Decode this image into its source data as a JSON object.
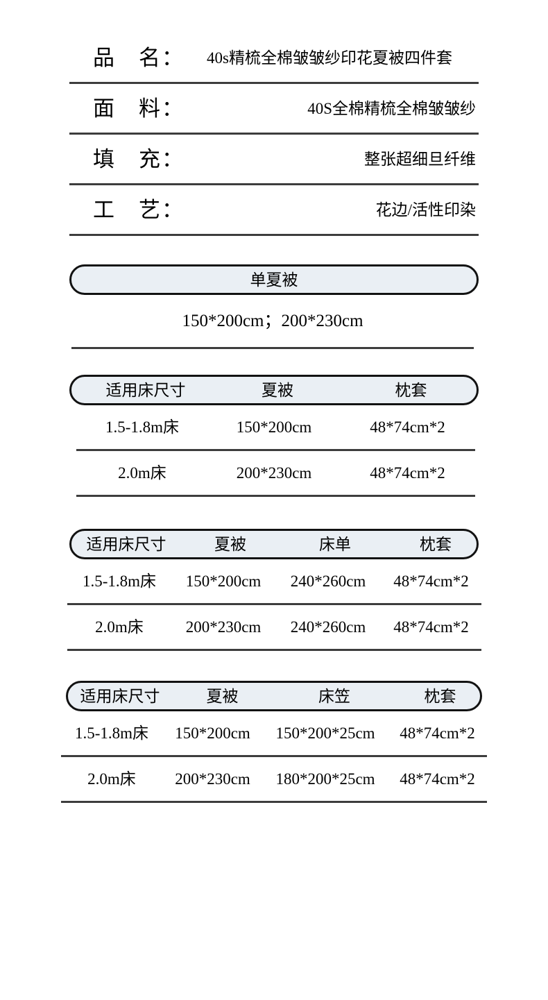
{
  "specs": [
    {
      "label": "品　名：",
      "value": "40s精梳全棉皱皱纱印花夏被四件套"
    },
    {
      "label": "面　料：",
      "value": "40S全棉精梳全棉皱皱纱"
    },
    {
      "label": "填　充：",
      "value": "整张超细旦纤维"
    },
    {
      "label": "工　艺：",
      "value": "花边/活性印染"
    }
  ],
  "single_quilt": {
    "title": "单夏被",
    "sizes": "150*200cm；200*230cm"
  },
  "tables": [
    {
      "headers": [
        "适用床尺寸",
        "夏被",
        "枕套"
      ],
      "rows": [
        [
          "1.5-1.8m床",
          "150*200cm",
          "48*74cm*2"
        ],
        [
          "2.0m床",
          "200*230cm",
          "48*74cm*2"
        ]
      ]
    },
    {
      "headers": [
        "适用床尺寸",
        "夏被",
        "床单",
        "枕套"
      ],
      "rows": [
        [
          "1.5-1.8m床",
          "150*200cm",
          "240*260cm",
          "48*74cm*2"
        ],
        [
          "2.0m床",
          "200*230cm",
          "240*260cm",
          "48*74cm*2"
        ]
      ]
    },
    {
      "headers": [
        "适用床尺寸",
        "夏被",
        "床笠",
        "枕套"
      ],
      "rows": [
        [
          "1.5-1.8m床",
          "150*200cm",
          "150*200*25cm",
          "48*74cm*2"
        ],
        [
          "2.0m床",
          "200*230cm",
          "180*200*25cm",
          "48*74cm*2"
        ]
      ]
    }
  ],
  "colors": {
    "pill_fill": "#eaeff4",
    "pill_border": "#121212",
    "divider": "#3d3d3d",
    "text": "#000000"
  }
}
